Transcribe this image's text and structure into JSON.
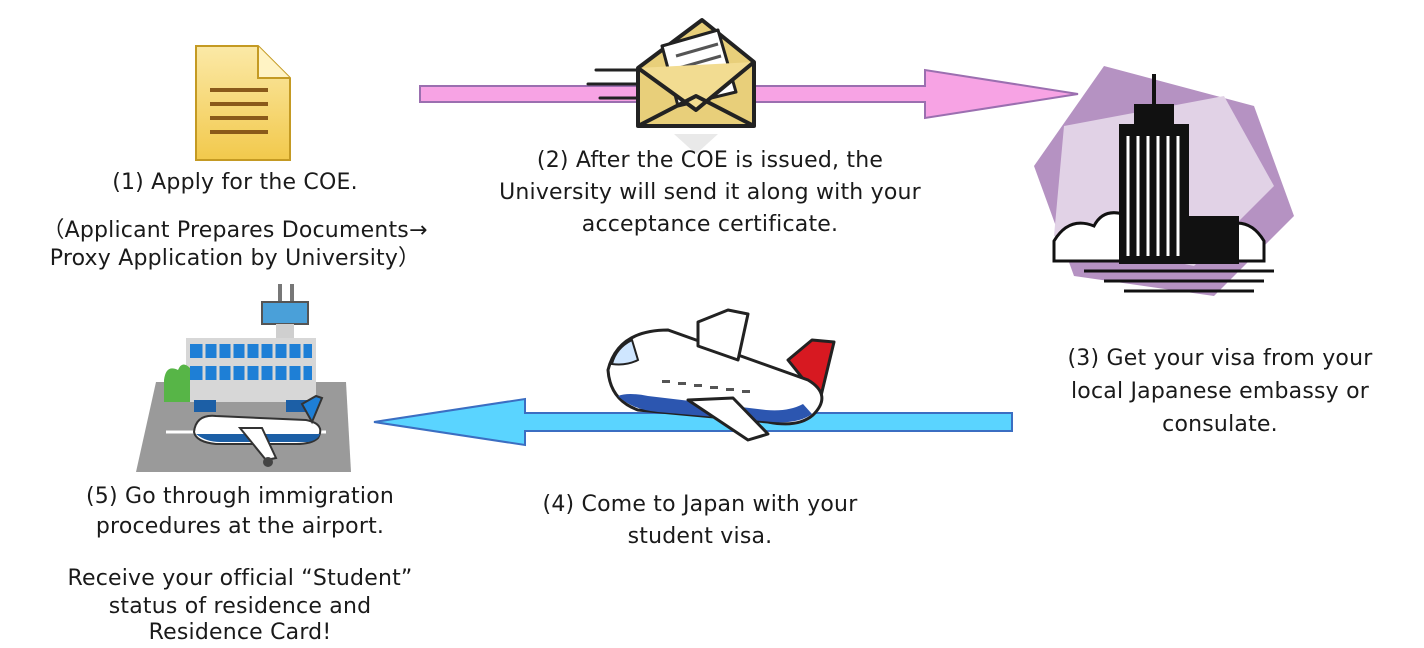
{
  "steps": {
    "step1": {
      "label": "(1) Apply for the COE.",
      "note_line1": "（Applicant Prepares Documents→",
      "note_line2": "Proxy Application by University）"
    },
    "step2": {
      "line1": "(2) After the COE is issued, the",
      "line2": "University will send it along with your",
      "line3": "acceptance certificate."
    },
    "step3": {
      "line1": "(3) Get your visa from your",
      "line2": "local Japanese embassy or",
      "line3": "consulate."
    },
    "step4": {
      "line1": "(4) Come to Japan with your",
      "line2": "student visa."
    },
    "step5": {
      "line1": "(5) Go through immigration",
      "line2": "procedures at the airport.",
      "note_line1": "Receive your official “Student”",
      "note_line2": "status of residence and",
      "note_line3": "Residence Card!"
    }
  },
  "icons": {
    "document": "document-icon",
    "envelope": "envelope-icon",
    "embassy": "embassy-building-icon",
    "airplane": "airplane-icon",
    "airport": "airport-icon"
  },
  "colors": {
    "pink_arrow": "#f7a3e4",
    "blue_arrow": "#5ad4ff",
    "embassy_bg": "#b592c2",
    "doc_yellow": "#f7d66a",
    "envelope": "#e8cf7a",
    "plane_tail": "#d71921",
    "plane_belly": "#2c56b0"
  }
}
